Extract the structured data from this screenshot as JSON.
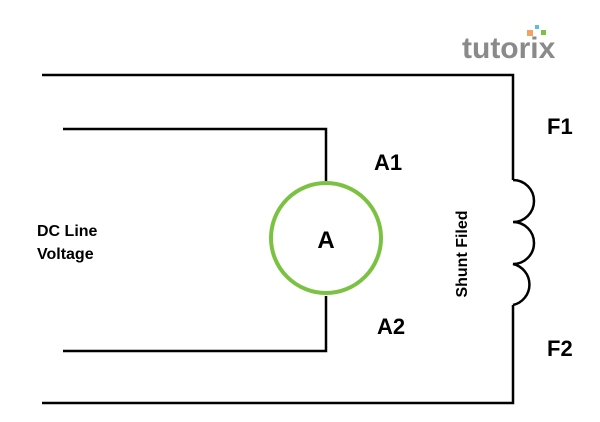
{
  "logo": {
    "text": "tutorix",
    "color": "#8a8a8a",
    "dot_colors": [
      "#f4a261",
      "#5bc0de",
      "#7cc242"
    ]
  },
  "labels": {
    "dc_line": "DC Line",
    "voltage": "Voltage",
    "armature": "A",
    "a1": "A1",
    "a2": "A2",
    "f1": "F1",
    "f2": "F2",
    "shunt": "Shunt Filed"
  },
  "colors": {
    "wire": "#000000",
    "armature": "#7cc242"
  }
}
